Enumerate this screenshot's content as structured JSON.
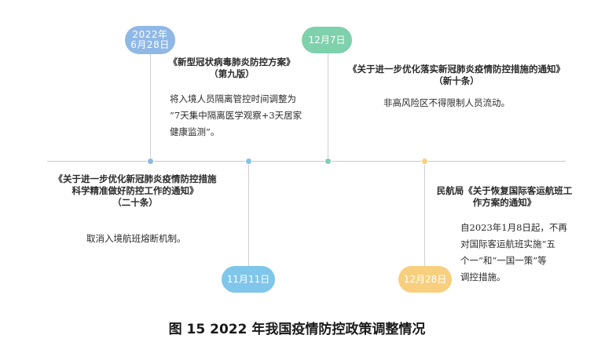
{
  "events": [
    {
      "date": "2022年6月28日",
      "title_lines": [
        "《新型冠状病毒肺炎防控方案》",
        "（第九版）"
      ],
      "body_lines": [
        "将入境人员隔离管控时间调整为",
        "“7天集中隔离医学观察+3天居家",
        "健康监测”。"
      ],
      "color": "#8fb8e6"
    },
    {
      "date": "12月7日",
      "title_lines": [
        "《关于进一步优化落实新冠肺炎疫情防控措施的通知》",
        "（新十条）"
      ],
      "body_lines": [
        "非高风险区不得限制人员流动。"
      ],
      "color": "#7fd0ad"
    },
    {
      "date": "11月11日",
      "title_lines": [
        "《关于进一步优化新冠肺炎疫情防控措施",
        "科学精准做好防控工作的通知》",
        "（二十条）"
      ],
      "body_lines": [
        "取消入境航班熔断机制。"
      ],
      "color": "#7fc6ea"
    },
    {
      "date": "12月28日",
      "title_lines": [
        "民航局《关于恢复国际客运航班工",
        "作方案的通知》"
      ],
      "body_lines": [
        "自2023年1月8日起，不再",
        "对国际客运航班实施“五",
        "个一”和“一国一策”等",
        "调控措施。"
      ],
      "color": "#f7cf7f"
    }
  ],
  "caption": "图 15  2022 年我国疫情防控政策调整情况"
}
